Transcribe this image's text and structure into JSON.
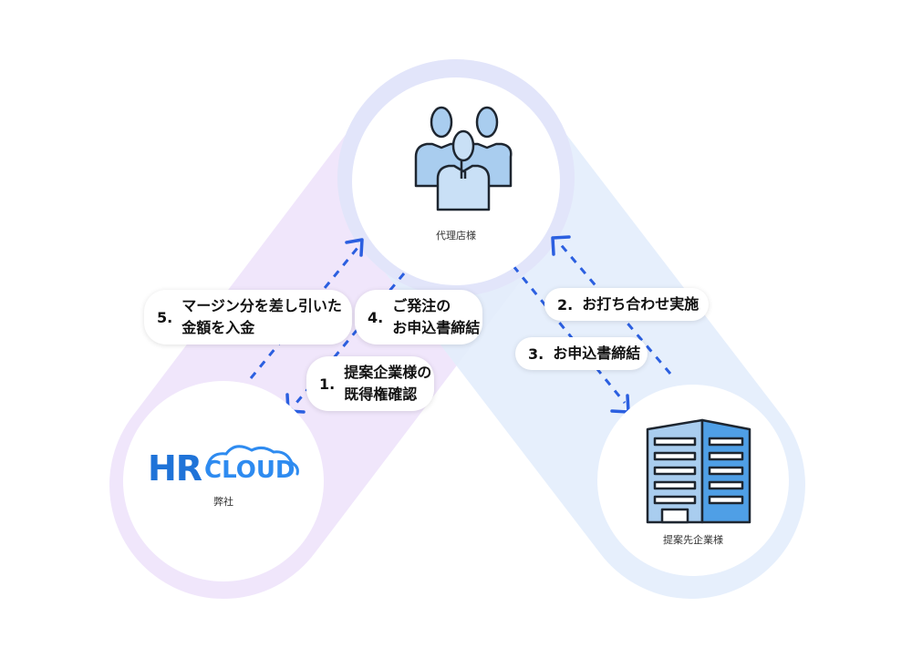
{
  "nodes": {
    "agency": {
      "label": "代理店様",
      "icon": "people-group-icon"
    },
    "company": {
      "label": "弊社",
      "logo_main": "HR",
      "logo_sub": "CLOUD",
      "icon": "hr-cloud-logo"
    },
    "client": {
      "label": "提案先企業様",
      "icon": "office-building-icon"
    }
  },
  "steps": [
    {
      "num": "1.",
      "lines": [
        "提案企業様の",
        "既得権確認"
      ]
    },
    {
      "num": "2.",
      "lines": [
        "お打ち合わせ実施"
      ]
    },
    {
      "num": "3.",
      "lines": [
        "お申込書締結"
      ]
    },
    {
      "num": "4.",
      "lines": [
        "ご発注の",
        "お申込書締結"
      ]
    },
    {
      "num": "5.",
      "lines": [
        "マージン分を差し引いた",
        "金額を入金"
      ]
    }
  ],
  "colors": {
    "left_band": "#f1e8fb",
    "right_band": "#e6f0fd",
    "top_ring": "#e3e6fa",
    "arrow": "#2b5fe0",
    "logo_blue": "#1f73d8"
  }
}
